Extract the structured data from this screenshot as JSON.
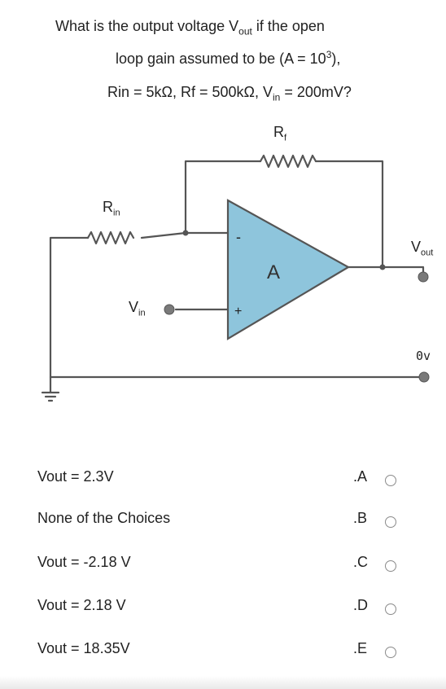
{
  "question": {
    "line1_prefix": "What is the output voltage V",
    "line1_sub": "out",
    "line1_suffix": " if the open",
    "line2_prefix": "loop gain assumed to be (A = 10",
    "line2_sup": "3",
    "line2_suffix": "),",
    "line3_a": "Rin = 5kΩ,  Rf = 500kΩ, V",
    "line3_sub": "in",
    "line3_b": " = 200mV?"
  },
  "circuit": {
    "rf_label": "R",
    "rf_sub": "f",
    "rin_label": "R",
    "rin_sub": "in",
    "vin_label": "V",
    "vin_sub": "in",
    "vout_label": "V",
    "vout_sub": "out",
    "ov_label": "0v",
    "gain_label": "A",
    "minus_label": "-",
    "plus_label": "+",
    "amp_fill": "#8ec5dc",
    "wire_color": "#555555",
    "terminal_color": "#7a7a7a"
  },
  "choices": [
    {
      "text": "Vout = 2.3V",
      "letter": ".A"
    },
    {
      "text": "None of the Choices",
      "letter": ".B"
    },
    {
      "text": "Vout = -2.18 V",
      "letter": ".C"
    },
    {
      "text": "Vout = 2.18 V",
      "letter": ".D"
    },
    {
      "text": "Vout = 18.35V",
      "letter": ".E"
    }
  ]
}
